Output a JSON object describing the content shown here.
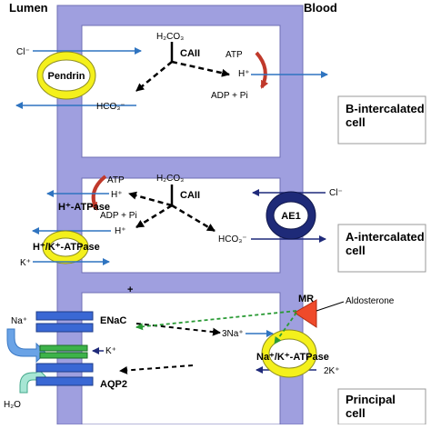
{
  "header": {
    "lumen": "Lumen",
    "blood": "Blood"
  },
  "colors": {
    "membrane": "#9f9fdf",
    "membrane_stroke": "#6f6fb5",
    "arrow_blue": "#2f74c0",
    "arrow_navy": "#1f2a7a",
    "transporter_yellow": "#f4f01c",
    "ae1_navy": "#1e2a78",
    "channel_blue": "#3a68d4",
    "channel_green": "#3db34a",
    "mr_red": "#ef4a2a",
    "arrow_dark_red": "#c0392b",
    "dashed_green": "#2a9a35"
  },
  "b_cell": {
    "side_label": "B-intercalated cell",
    "h2co3": "H₂CO₃",
    "caii": "CAII",
    "h_plus": "H⁺",
    "hco3": "HCO₃⁻",
    "atp": "ATP",
    "adp_pi": "ADP + Pi",
    "cl": "Cl⁻",
    "pendrin": "Pendrin"
  },
  "a_cell": {
    "side_label": "A-intercalated cell",
    "h2co3": "H₂CO₃",
    "caii": "CAII",
    "atp": "ATP",
    "h_plus_1": "H⁺",
    "h_atpase": "H⁺-ATPase",
    "adp_pi": "ADP + Pi",
    "h_plus_2": "H⁺",
    "hk_atpase": "H⁺/K⁺-ATPase",
    "k_plus": "K⁺",
    "hco3": "HCO₃⁻",
    "cl": "Cl⁻",
    "ae1": "AE1"
  },
  "principal_cell": {
    "side_label": "Principal cell",
    "plus_mark": "+",
    "na_plus": "Na⁺",
    "enac": "ENaC",
    "k_plus": "K⁺",
    "aqp2": "AQP2",
    "h2o": "H₂O",
    "three_na": "3Na⁺",
    "two_k": "2K⁺",
    "nak_atpase": "Na⁺/K⁺-ATPase",
    "mr": "MR",
    "aldosterone": "Aldosterone"
  }
}
